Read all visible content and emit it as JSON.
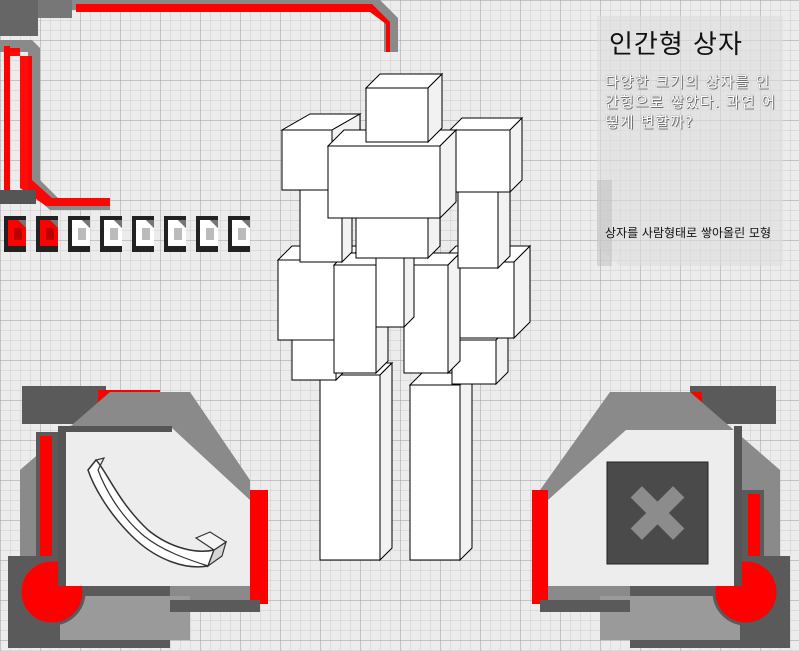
{
  "panel": {
    "title": "인간형 상자",
    "description": "다양한 크기의 상자를 인간형으로 쌓았다. 과연 어떻게 변할까?",
    "caption": "상자를 사람형태로 쌓아올린 모형"
  },
  "progress": {
    "total_slots": 8,
    "filled_slots": 2
  },
  "icons": {
    "left_button": "curved-block-icon",
    "right_button": "close-x-icon"
  },
  "colors": {
    "accent_red": "#ff0000",
    "frame_dark": "#555555",
    "frame_mid": "#8a8a8a",
    "frame_light": "#c8c8c8",
    "panel_face": "#ededed",
    "close_tile": "#4a4a4a",
    "close_x": "#8c8c8c"
  }
}
